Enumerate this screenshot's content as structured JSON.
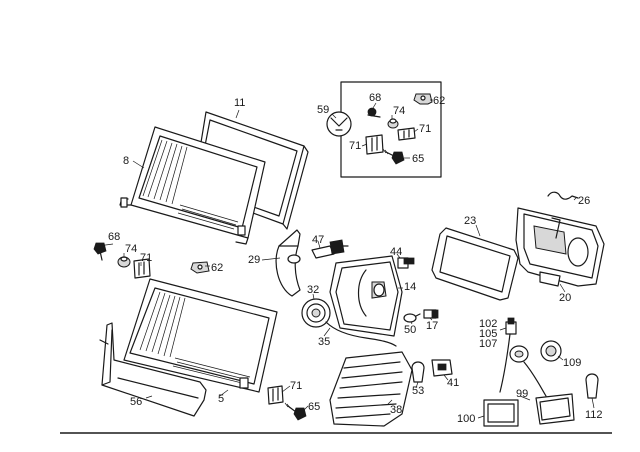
{
  "labels": {
    "p11": "11",
    "p8": "8",
    "p59": "59",
    "p68a": "68",
    "p74a": "74",
    "p62a": "62",
    "p71a": "71",
    "p71b": "71",
    "p65a": "65",
    "p23": "23",
    "p26": "26",
    "p20": "20",
    "p68b": "68",
    "p74b": "74",
    "p71c": "71",
    "p62b": "62",
    "p29": "29",
    "p47": "47",
    "p44": "44",
    "p32": "32",
    "p14": "14",
    "p50": "50",
    "p17": "17",
    "p35": "35",
    "p102": "102",
    "p105": "105",
    "p107": "107",
    "p109": "109",
    "p56": "56",
    "p5": "5",
    "p71d": "71",
    "p65b": "65",
    "p38": "38",
    "p53": "53",
    "p41": "41",
    "p99": "99",
    "p100": "100",
    "p112": "112"
  }
}
